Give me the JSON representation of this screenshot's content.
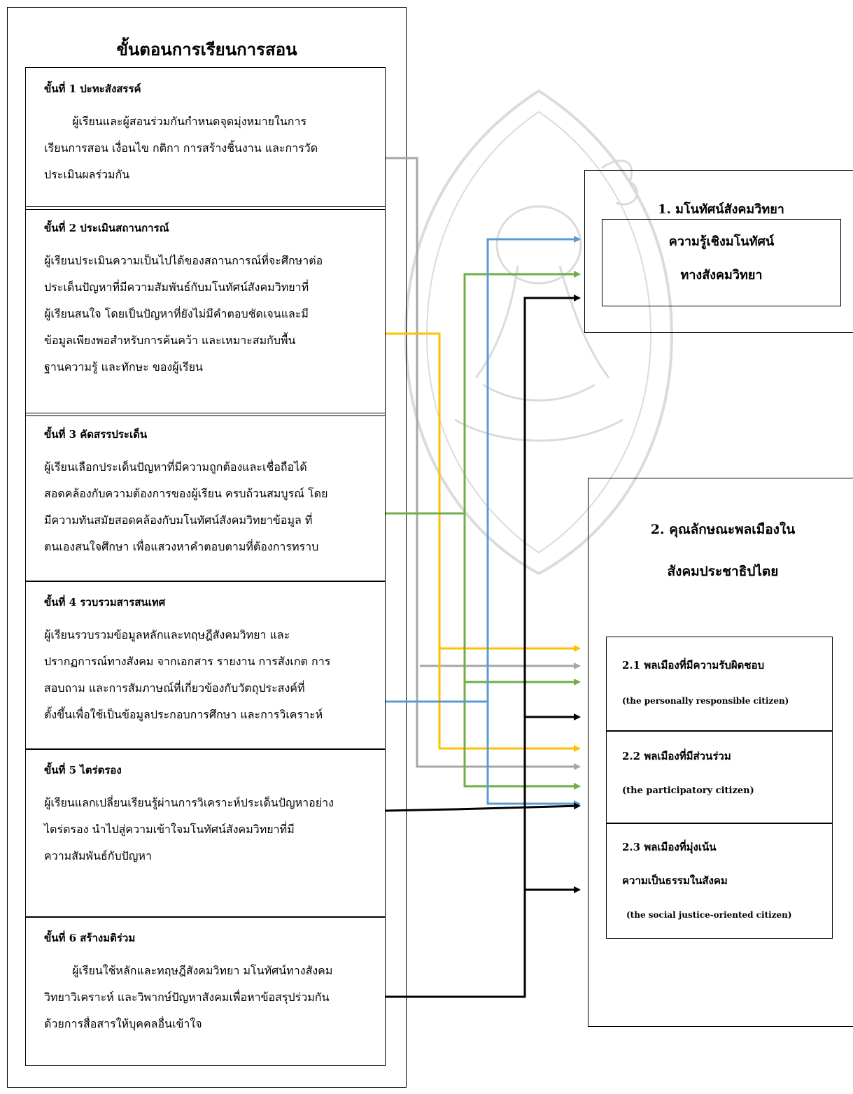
{
  "left_panel": {
    "title": "ขั้นตอนการเรียนการสอน",
    "steps": [
      {
        "title": "ขั้นที่ 1 ปะทะสังสรรค์",
        "lines": [
          "ผู้เรียนและผู้สอนร่วมกันกำหนดจุดมุ่งหมายในการ",
          "เรียนการสอน เงื่อนไข กติกา    การสร้างชิ้นงาน และการวัด",
          "ประเมินผลร่วมกัน"
        ]
      },
      {
        "title": "ขั้นที่ 2 ประเมินสถานการณ์",
        "lines": [
          "ผู้เรียนประเมินความเป็นไปได้ของสถานการณ์ที่จะศึกษาต่อ",
          "ประเด็นปัญหาที่มีความสัมพันธ์กับมโนทัศน์สังคมวิทยาที่",
          "ผู้เรียนสนใจ โดยเป็นปัญหาที่ยังไม่มีคำตอบชัดเจนและมี",
          "ข้อมูลเพียงพอสำหรับการค้นคว้า และเหมาะสมกับพื้น",
          "ฐานความรู้ และทักษะ ของผู้เรียน"
        ]
      },
      {
        "title": "ขั้นที่ 3 คัดสรรประเด็น",
        "lines": [
          "ผู้เรียนเลือกประเด็นปัญหาที่มีความถูกต้องและเชื่อถือได้",
          "สอดคล้องกับความต้องการของผู้เรียน ครบถ้วนสมบูรณ์ โดย",
          "มีความทันสมัยสอดคล้องกับมโนทัศน์สังคมวิทยาข้อมูล ที่",
          "ตนเองสนใจศึกษา เพื่อแสวงหาคำตอบตามที่ต้องการทราบ"
        ]
      },
      {
        "title": "ขั้นที่ 4 รวบรวมสารสนเทศ",
        "lines": [
          "ผู้เรียนรวบรวมข้อมูลหลักและทฤษฎีสังคมวิทยา และ",
          "ปรากฏการณ์ทางสังคม จากเอกสาร รายงาน การสังเกต การ",
          "สอบถาม และการสัมภาษณ์ที่เกี่ยวข้องกับวัตถุประสงค์ที่",
          "ตั้งขึ้นเพื่อใช้เป็นข้อมูลประกอบการศึกษา และการวิเคราะห์"
        ]
      },
      {
        "title": "ขั้นที่ 5 ไตร่ตรอง",
        "lines": [
          "ผู้เรียนแลกเปลี่ยนเรียนรู้ผ่านการวิเคราะห์ประเด็นปัญหาอย่าง",
          "ไตร่ตรอง นำไปสู่ความเข้าใจมโนทัศน์สังคมวิทยาที่มี",
          "ความสัมพันธ์กับปัญหา"
        ]
      },
      {
        "title": "ขั้นที่ 6  สร้างมติร่วม",
        "lines": [
          "ผู้เรียนใช้หลักและทฤษฎีสังคมวิทยา มโนทัศน์ทางสังคม",
          "วิทยาวิเคราะห์ และวิพากษ์ปัญหาสังคมเพื่อหาข้อสรุปร่วมกัน",
          "ด้วยการสื่อสารให้บุคคลอื่นเข้าใจ"
        ]
      }
    ]
  },
  "right_panel": {
    "section1": {
      "title": "1.  มโนทัศน์สังคมวิทยา",
      "inner_lines": [
        "ความรู้เชิงมโนทัศน์",
        "ทางสังคมวิทยา"
      ]
    },
    "section2": {
      "title_lines": [
        "2.  คุณลักษณะพลเมืองใน",
        "สังคมประชาธิปไตย"
      ],
      "items": [
        {
          "title": "2.1 พลเมืองที่มีความรับผิดชอบ",
          "subtitle": "(the personally responsible citizen)"
        },
        {
          "title": "2.2 พลเมืองที่มีส่วนร่วม",
          "subtitle": "(the participatory citizen)"
        },
        {
          "title_lines": [
            "2.3 พลเมืองที่มุ่งเน้น",
            "ความเป็นธรรมในสังคม"
          ],
          "subtitle": "(the social justice-oriented citizen)"
        }
      ]
    }
  },
  "colors": {
    "gray": "#a6a6a6",
    "yellow": "#ffc000",
    "green": "#70ad47",
    "blue": "#5b9bd5",
    "black": "#000000"
  }
}
